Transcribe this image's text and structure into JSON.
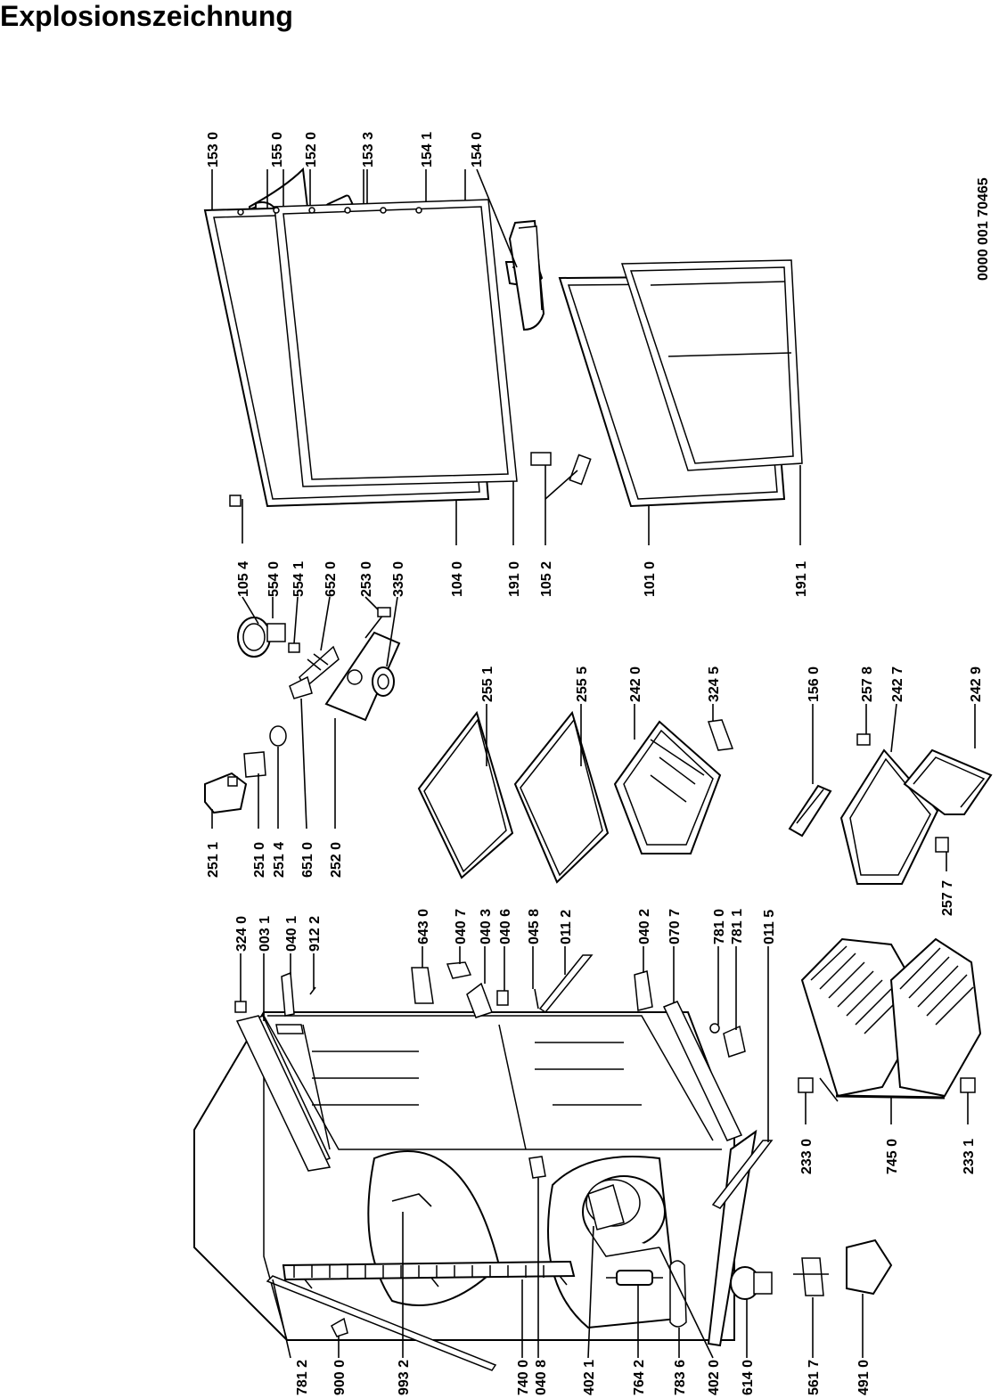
{
  "title": "Explosionszeichnung",
  "doc_number": "0000 001 70465",
  "labels": {
    "l1530": "153 0",
    "l1550": "155 0",
    "l1520": "152 0",
    "l1533": "153 3",
    "l1541": "154 1",
    "l1540": "154 0",
    "l1054": "105 4",
    "l5540": "554 0",
    "l5541": "554 1",
    "l6520": "652 0",
    "l2530": "253 0",
    "l3350": "335 0",
    "l1040": "104 0",
    "l1910": "191 0",
    "l1052": "105 2",
    "l1010": "101 0",
    "l1911": "191 1",
    "l3240": "324 0",
    "l0031": "003 1",
    "l0401": "040 1",
    "l9122": "912 2",
    "l2511": "251 1",
    "l2510": "251 0",
    "l2514": "251 4",
    "l6510": "651 0",
    "l2520": "252 0",
    "l6430": "643 0",
    "l0407": "040 7",
    "l0403": "040 3",
    "l0406": "040 6",
    "l0458": "045 8",
    "l0112": "011 2",
    "l2551": "255 1",
    "l2555": "255 5",
    "l2420": "242 0",
    "l3245": "324 5",
    "l0402": "040 2",
    "l0707": "070 7",
    "l7810": "781 0",
    "l7811": "781 1",
    "l0115": "011 5",
    "l1560": "156 0",
    "l2578": "257 8",
    "l2427": "242 7",
    "l2429": "242 9",
    "l2577": "257 7",
    "l2330": "233 0",
    "l7450": "745 0",
    "l2331": "233 1",
    "l7812": "781 2",
    "l9000": "900 0",
    "l9932": "993 2",
    "l7400": "740 0",
    "l0408": "040 8",
    "l4021": "402 1",
    "l7642": "764 2",
    "l7836": "783 6",
    "l4020": "402 0",
    "l6140": "614 0",
    "l5617": "561 7",
    "l4910": "491 0"
  }
}
